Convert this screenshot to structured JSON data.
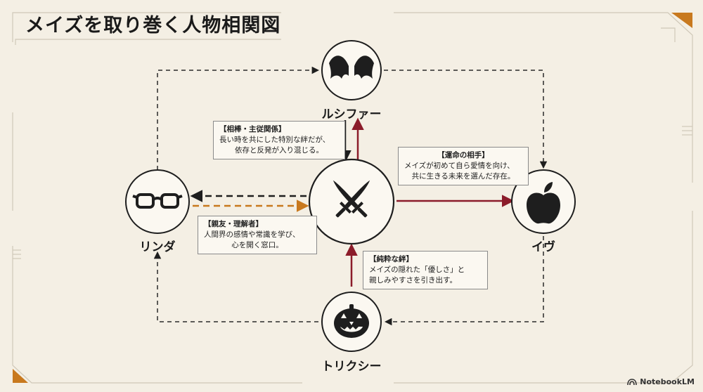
{
  "title": "メイズを取り巻く人物相関図",
  "nodes": {
    "lucifer": {
      "label": "ルシファー",
      "icon": "bat-wings-icon"
    },
    "linda": {
      "label": "リンダ",
      "icon": "glasses-icon"
    },
    "eve": {
      "label": "イヴ",
      "icon": "apple-icon"
    },
    "tricksy": {
      "label": "トリクシー",
      "icon": "jack-o-lantern-icon"
    },
    "maze": {
      "label": "",
      "icon": "crossed-daggers-icon"
    }
  },
  "relations": {
    "lucifer": {
      "title": "【相棒・主従関係】",
      "lines": [
        "長い時を共にした特別な絆だが、",
        "依存と反発が入り混じる。"
      ]
    },
    "eve": {
      "title": "【運命の相手】",
      "lines": [
        "メイズが初めて自ら愛情を向け、",
        "共に生きる未来を選んだ存在。"
      ]
    },
    "linda": {
      "title": "【親友・理解者】",
      "lines": [
        "人間界の感情や常識を学び、",
        "心を開く窓口。"
      ]
    },
    "tricksy": {
      "title": "【純粋な絆】",
      "lines": [
        "メイズの隠れた「優しさ」と",
        "親しみやすさを引き出す。"
      ]
    }
  },
  "colors": {
    "background": "#f4efe4",
    "accent_red": "#8b1c2a",
    "accent_orange": "#c8791e",
    "ink": "#1e1e1e",
    "frame": "#cfc8b8"
  },
  "watermark": "NotebookLM"
}
